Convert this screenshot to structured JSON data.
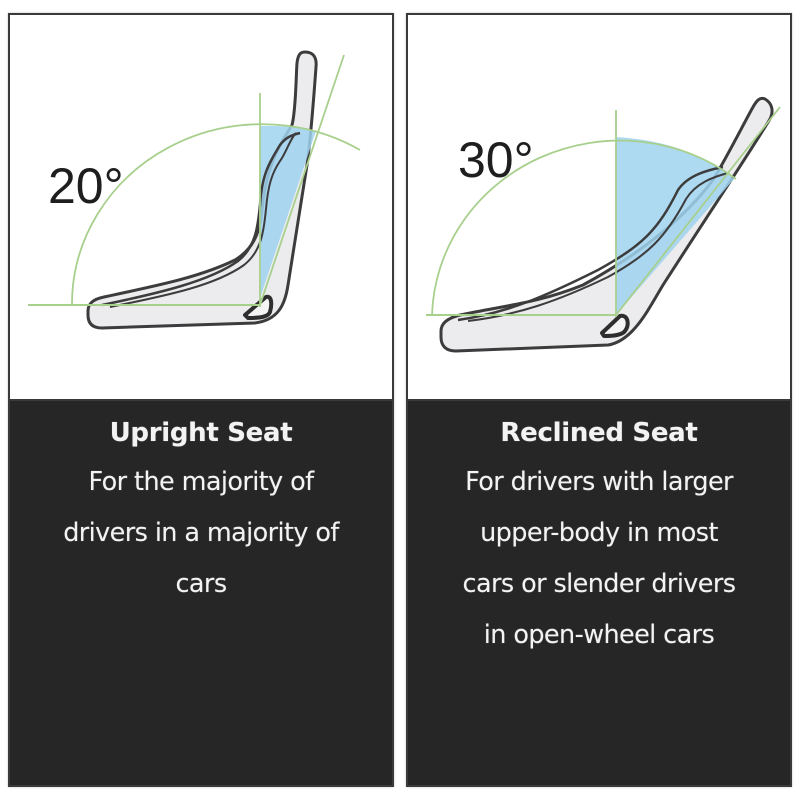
{
  "colors": {
    "panel_border": "#3a3a3a",
    "caption_background": "#262626",
    "caption_text": "#f3f3f3",
    "angle_fill": "#a6d5ef",
    "guide_lines": "#a8d08d",
    "seat_fill": "#ececee",
    "seat_outline": "#3c3c3c"
  },
  "panels": [
    {
      "id": "upright",
      "angle_label": "20°",
      "title": "Upright Seat",
      "description_lines": [
        "For the majority of",
        "drivers in a majority of",
        "cars"
      ]
    },
    {
      "id": "reclined",
      "angle_label": "30°",
      "title": "Reclined Seat",
      "description_lines": [
        "For drivers with larger",
        "upper-body in most",
        "cars or slender drivers",
        "in open-wheel cars"
      ]
    }
  ]
}
